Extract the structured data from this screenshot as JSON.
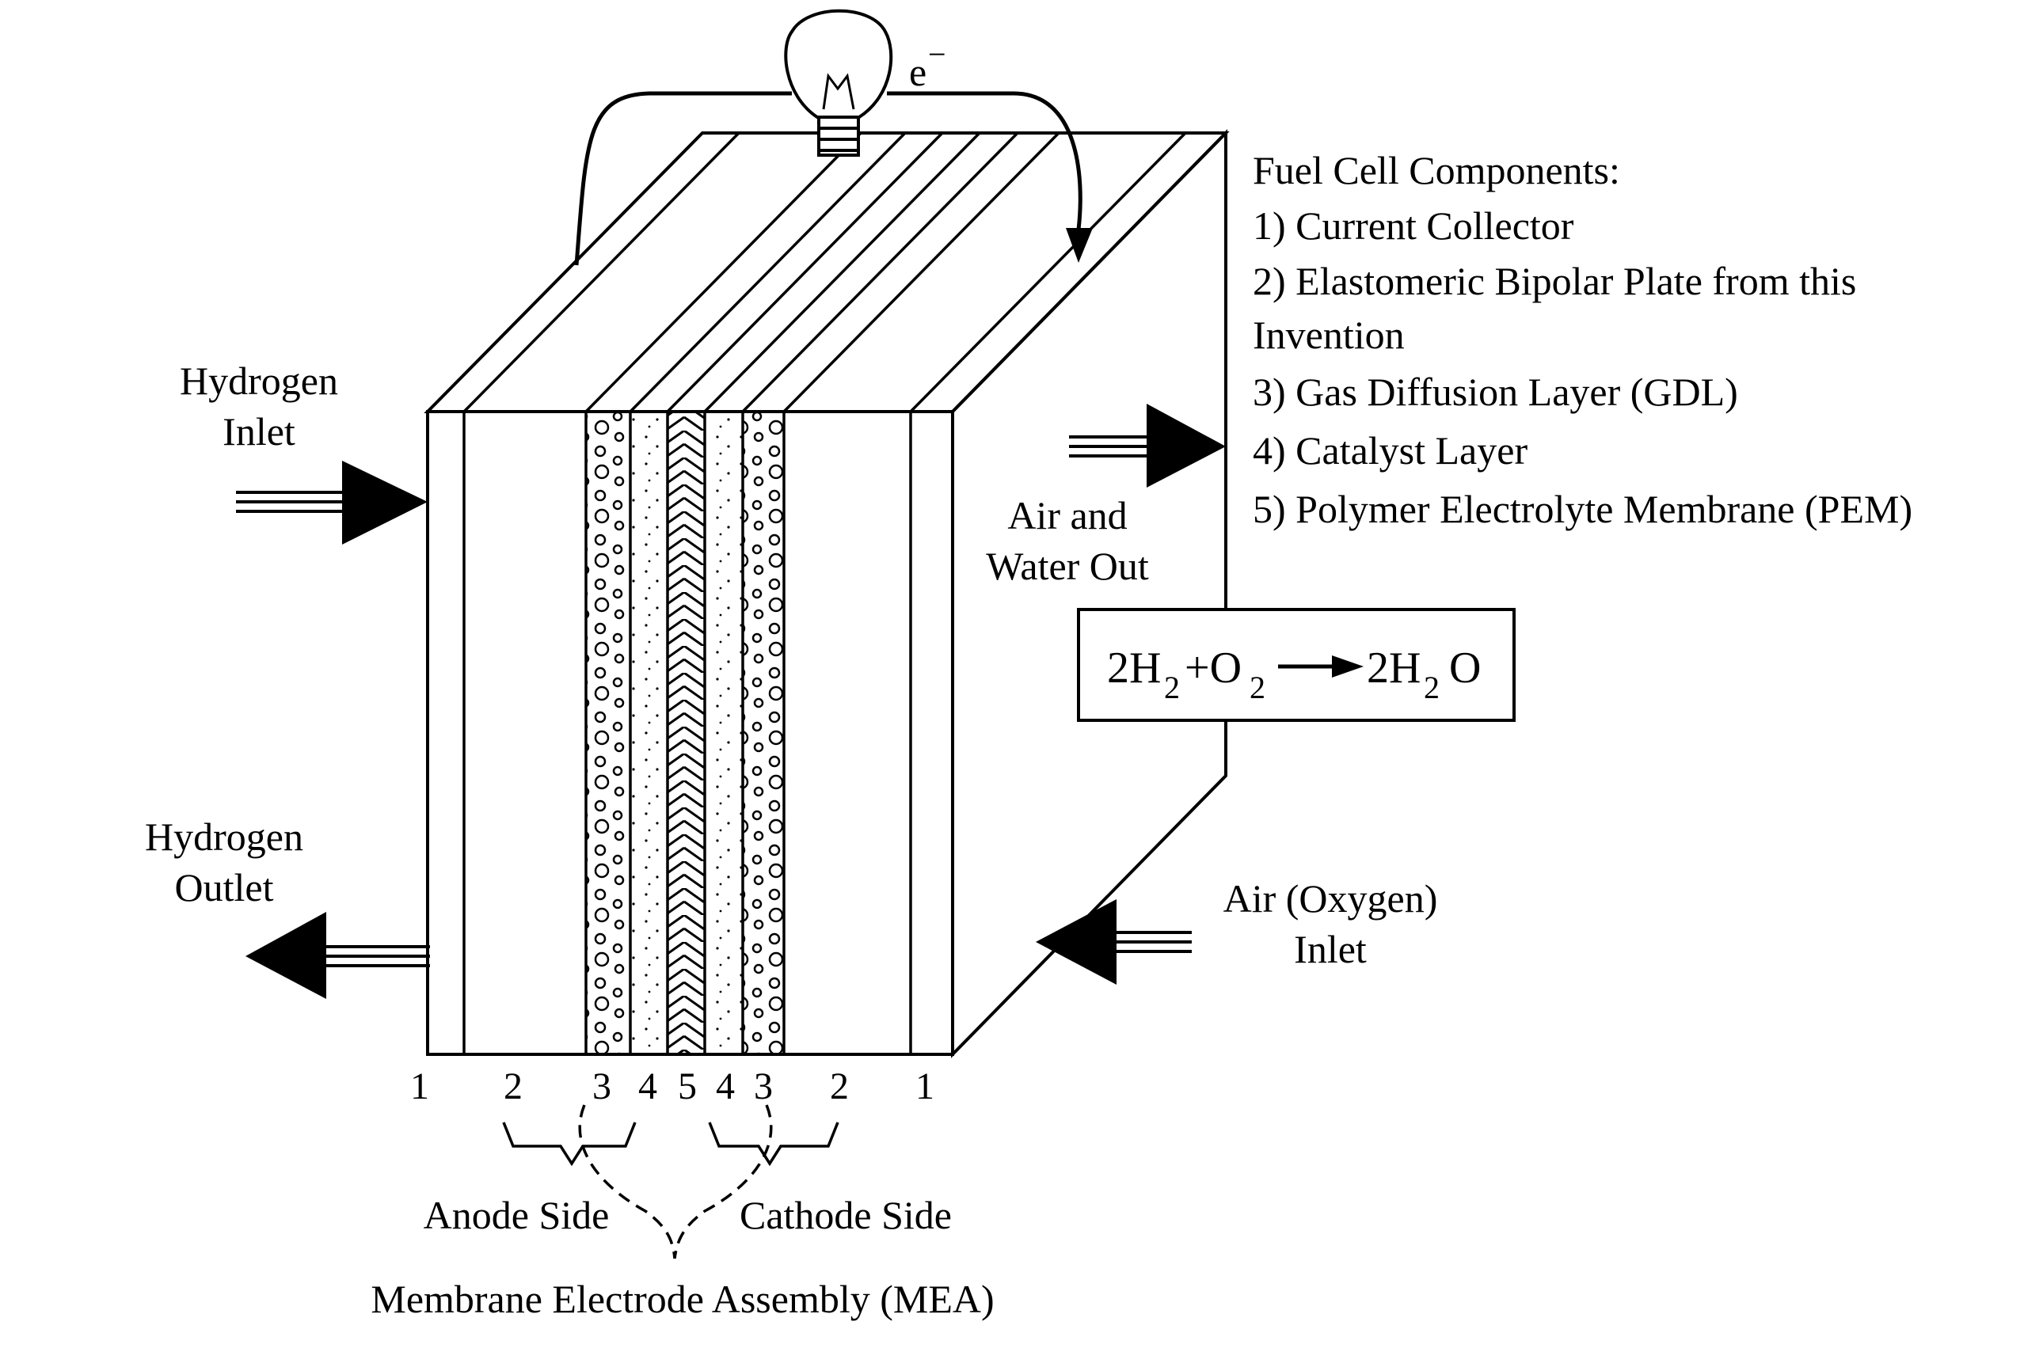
{
  "electron_label": "e",
  "electron_superscript": "−",
  "components": {
    "heading": "Fuel Cell Components:",
    "items": [
      "1) Current Collector",
      "2) Elastomeric Bipolar Plate from this",
      "Invention",
      "3) Gas Diffusion Layer (GDL)",
      "4) Catalyst Layer",
      "5) Polymer Electrolyte Membrane (PEM)"
    ]
  },
  "flows": {
    "hydrogen_inlet": [
      "Hydrogen",
      "Inlet"
    ],
    "hydrogen_outlet": [
      "Hydrogen",
      "Outlet"
    ],
    "air_water_out": [
      "Air and",
      "Water Out"
    ],
    "air_inlet": [
      "Air (Oxygen)",
      "Inlet"
    ]
  },
  "equation": {
    "coef1": "2H",
    "sub1": "2",
    "plus": "+O",
    "sub2": "2",
    "coef2": "2H",
    "sub3": "2",
    "tail": "O"
  },
  "layer_numbers": [
    "1",
    "2",
    "3",
    "4",
    "5",
    "4",
    "3",
    "2",
    "1"
  ],
  "brackets": {
    "anode": "Anode Side",
    "cathode": "Cathode Side",
    "mea": "Membrane Electrode Assembly (MEA)"
  },
  "colors": {
    "ink": "#000000",
    "background": "#ffffff"
  }
}
